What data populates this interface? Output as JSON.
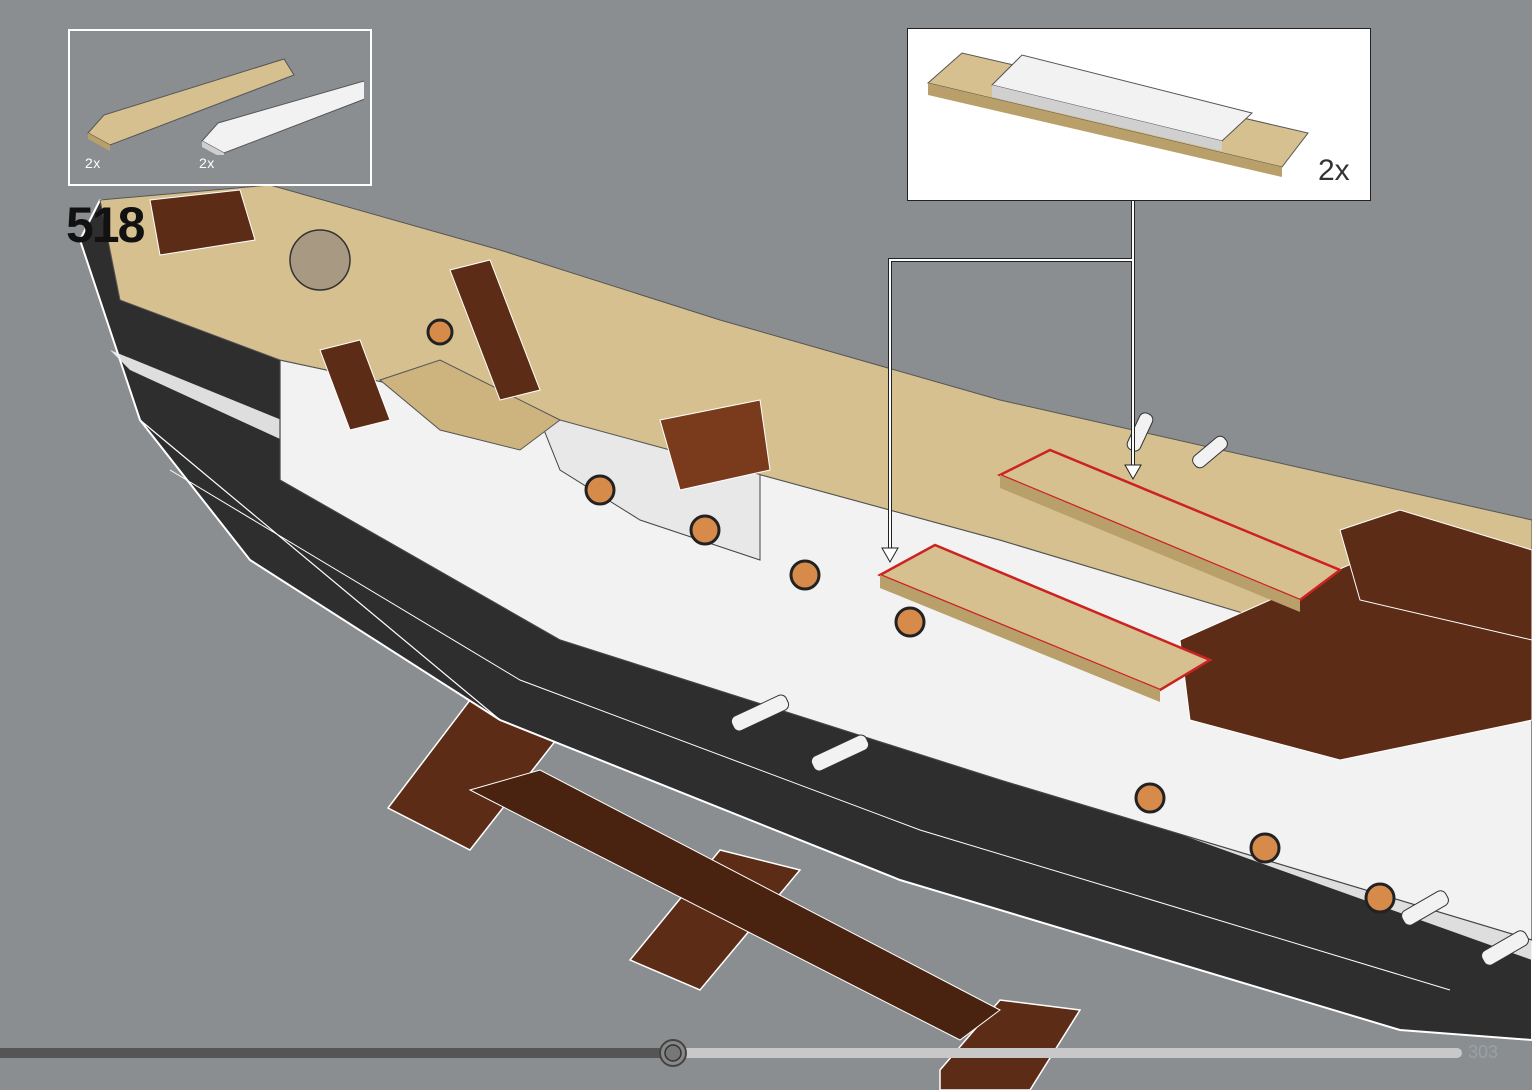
{
  "step": {
    "number": "518"
  },
  "parts_list": [
    {
      "part": "plate-2x12-tan",
      "quantity": "2x",
      "color": "#d6c08f"
    },
    {
      "part": "plate-2x12-white",
      "quantity": "2x",
      "color": "#f2f2f2"
    }
  ],
  "callout": {
    "quantity": "2x"
  },
  "page": {
    "number": "303",
    "progress": 0.46
  },
  "colors": {
    "background": "#8a8e91",
    "tan": "#d6c08f",
    "white": "#f2f2f2",
    "hull": "#2e2e2e",
    "brown": "#5c2c16",
    "highlight": "#cc2222"
  }
}
